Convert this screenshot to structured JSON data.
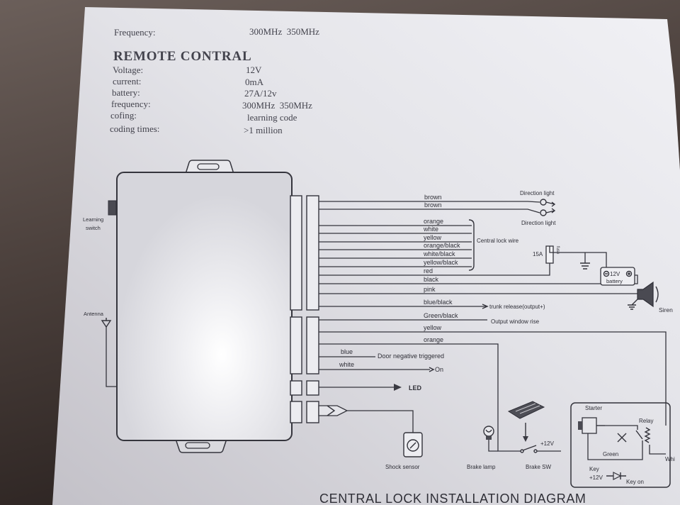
{
  "header": {
    "frequency_label": "Frequency:",
    "frequency_value": "300MHz  350MHz"
  },
  "remote_control": {
    "title": "REMOTE CONTRAL",
    "specs": [
      {
        "label": "Voltage:",
        "value": "12V"
      },
      {
        "label": "current:",
        "value": "0mA"
      },
      {
        "label": "battery:",
        "value": "27A/12v"
      },
      {
        "label": "frequency:",
        "value": "300MHz  350MHz"
      },
      {
        "label": "cofing:",
        "value": "learning code"
      },
      {
        "label": "coding times:",
        "value": ">1 million"
      }
    ]
  },
  "unit": {
    "learning_switch": [
      "Learning",
      "switch"
    ],
    "antenna": "Antenna"
  },
  "wires": {
    "main": [
      "brown",
      "brown",
      "orange",
      "white",
      "yellow",
      "orange/black",
      "white/black",
      "yellow/black",
      "red",
      "black",
      "pink",
      "blue/black"
    ],
    "aux": [
      "Green/black",
      "yellow",
      "orange",
      "blue",
      "white"
    ]
  },
  "labels": {
    "direction_light_upper": "Direction light",
    "direction_light_lower": "Direction light",
    "central_lock_wire": "Central lock wire",
    "fuse_rating": "15A",
    "fuse": "fuse",
    "battery_voltage": "12V",
    "battery": "battery",
    "siren": "Siren",
    "trunk_release": "trunk release(output+)",
    "output_window_rise": "Output window rise",
    "door_negative_triggered": "Door negative triggered",
    "on": "On",
    "led": "LED",
    "shock_sensor": "Shock sensor",
    "brake_lamp": "Brake lamp",
    "brake_sw": "Brake SW",
    "plus_12v": "+12V"
  },
  "starter_relay": {
    "starter": "Starter",
    "relay": "Relay",
    "green": "Green",
    "key_12v": [
      "Key",
      "+12V"
    ],
    "key_on": "Key on",
    "white": "Whi"
  },
  "footer_title": "CENTRAL LOCK INSTALLATION DIAGRAM"
}
